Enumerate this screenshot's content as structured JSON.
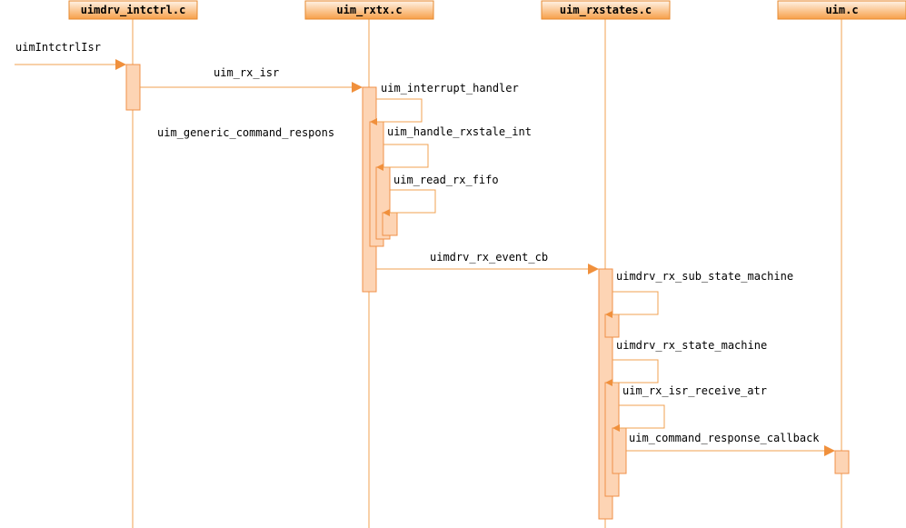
{
  "participants": [
    {
      "id": "p0",
      "label": "uimdrv_intctrl.c"
    },
    {
      "id": "p1",
      "label": "uim_rxtx.c"
    },
    {
      "id": "p2",
      "label": "uim_rxstates.c"
    },
    {
      "id": "p3",
      "label": "uim.c"
    }
  ],
  "messages": [
    {
      "id": "m0",
      "label": "uimIntctrlIsr"
    },
    {
      "id": "m1",
      "label": "uim_rx_isr"
    },
    {
      "id": "m2",
      "label": "uim_interrupt_handler"
    },
    {
      "id": "m3",
      "label": "uim_generic_command_respons"
    },
    {
      "id": "m4",
      "label": "uim_handle_rxstale_int"
    },
    {
      "id": "m5",
      "label": "uim_read_rx_fifo"
    },
    {
      "id": "m6",
      "label": "uimdrv_rx_event_cb"
    },
    {
      "id": "m7",
      "label": "uimdrv_rx_sub_state_machine"
    },
    {
      "id": "m8",
      "label": "uimdrv_rx_state_machine"
    },
    {
      "id": "m9",
      "label": "uim_rx_isr_receive_atr"
    },
    {
      "id": "m10",
      "label": "uim_command_response_callback"
    }
  ],
  "colors": {
    "line": "#f0a050",
    "activation_fill": "#fdd4b4",
    "activation_stroke": "#f09048",
    "header_top": "#fff2e6",
    "header_bottom": "#f7a048",
    "header_stroke": "#e68a30",
    "text": "#000000"
  }
}
